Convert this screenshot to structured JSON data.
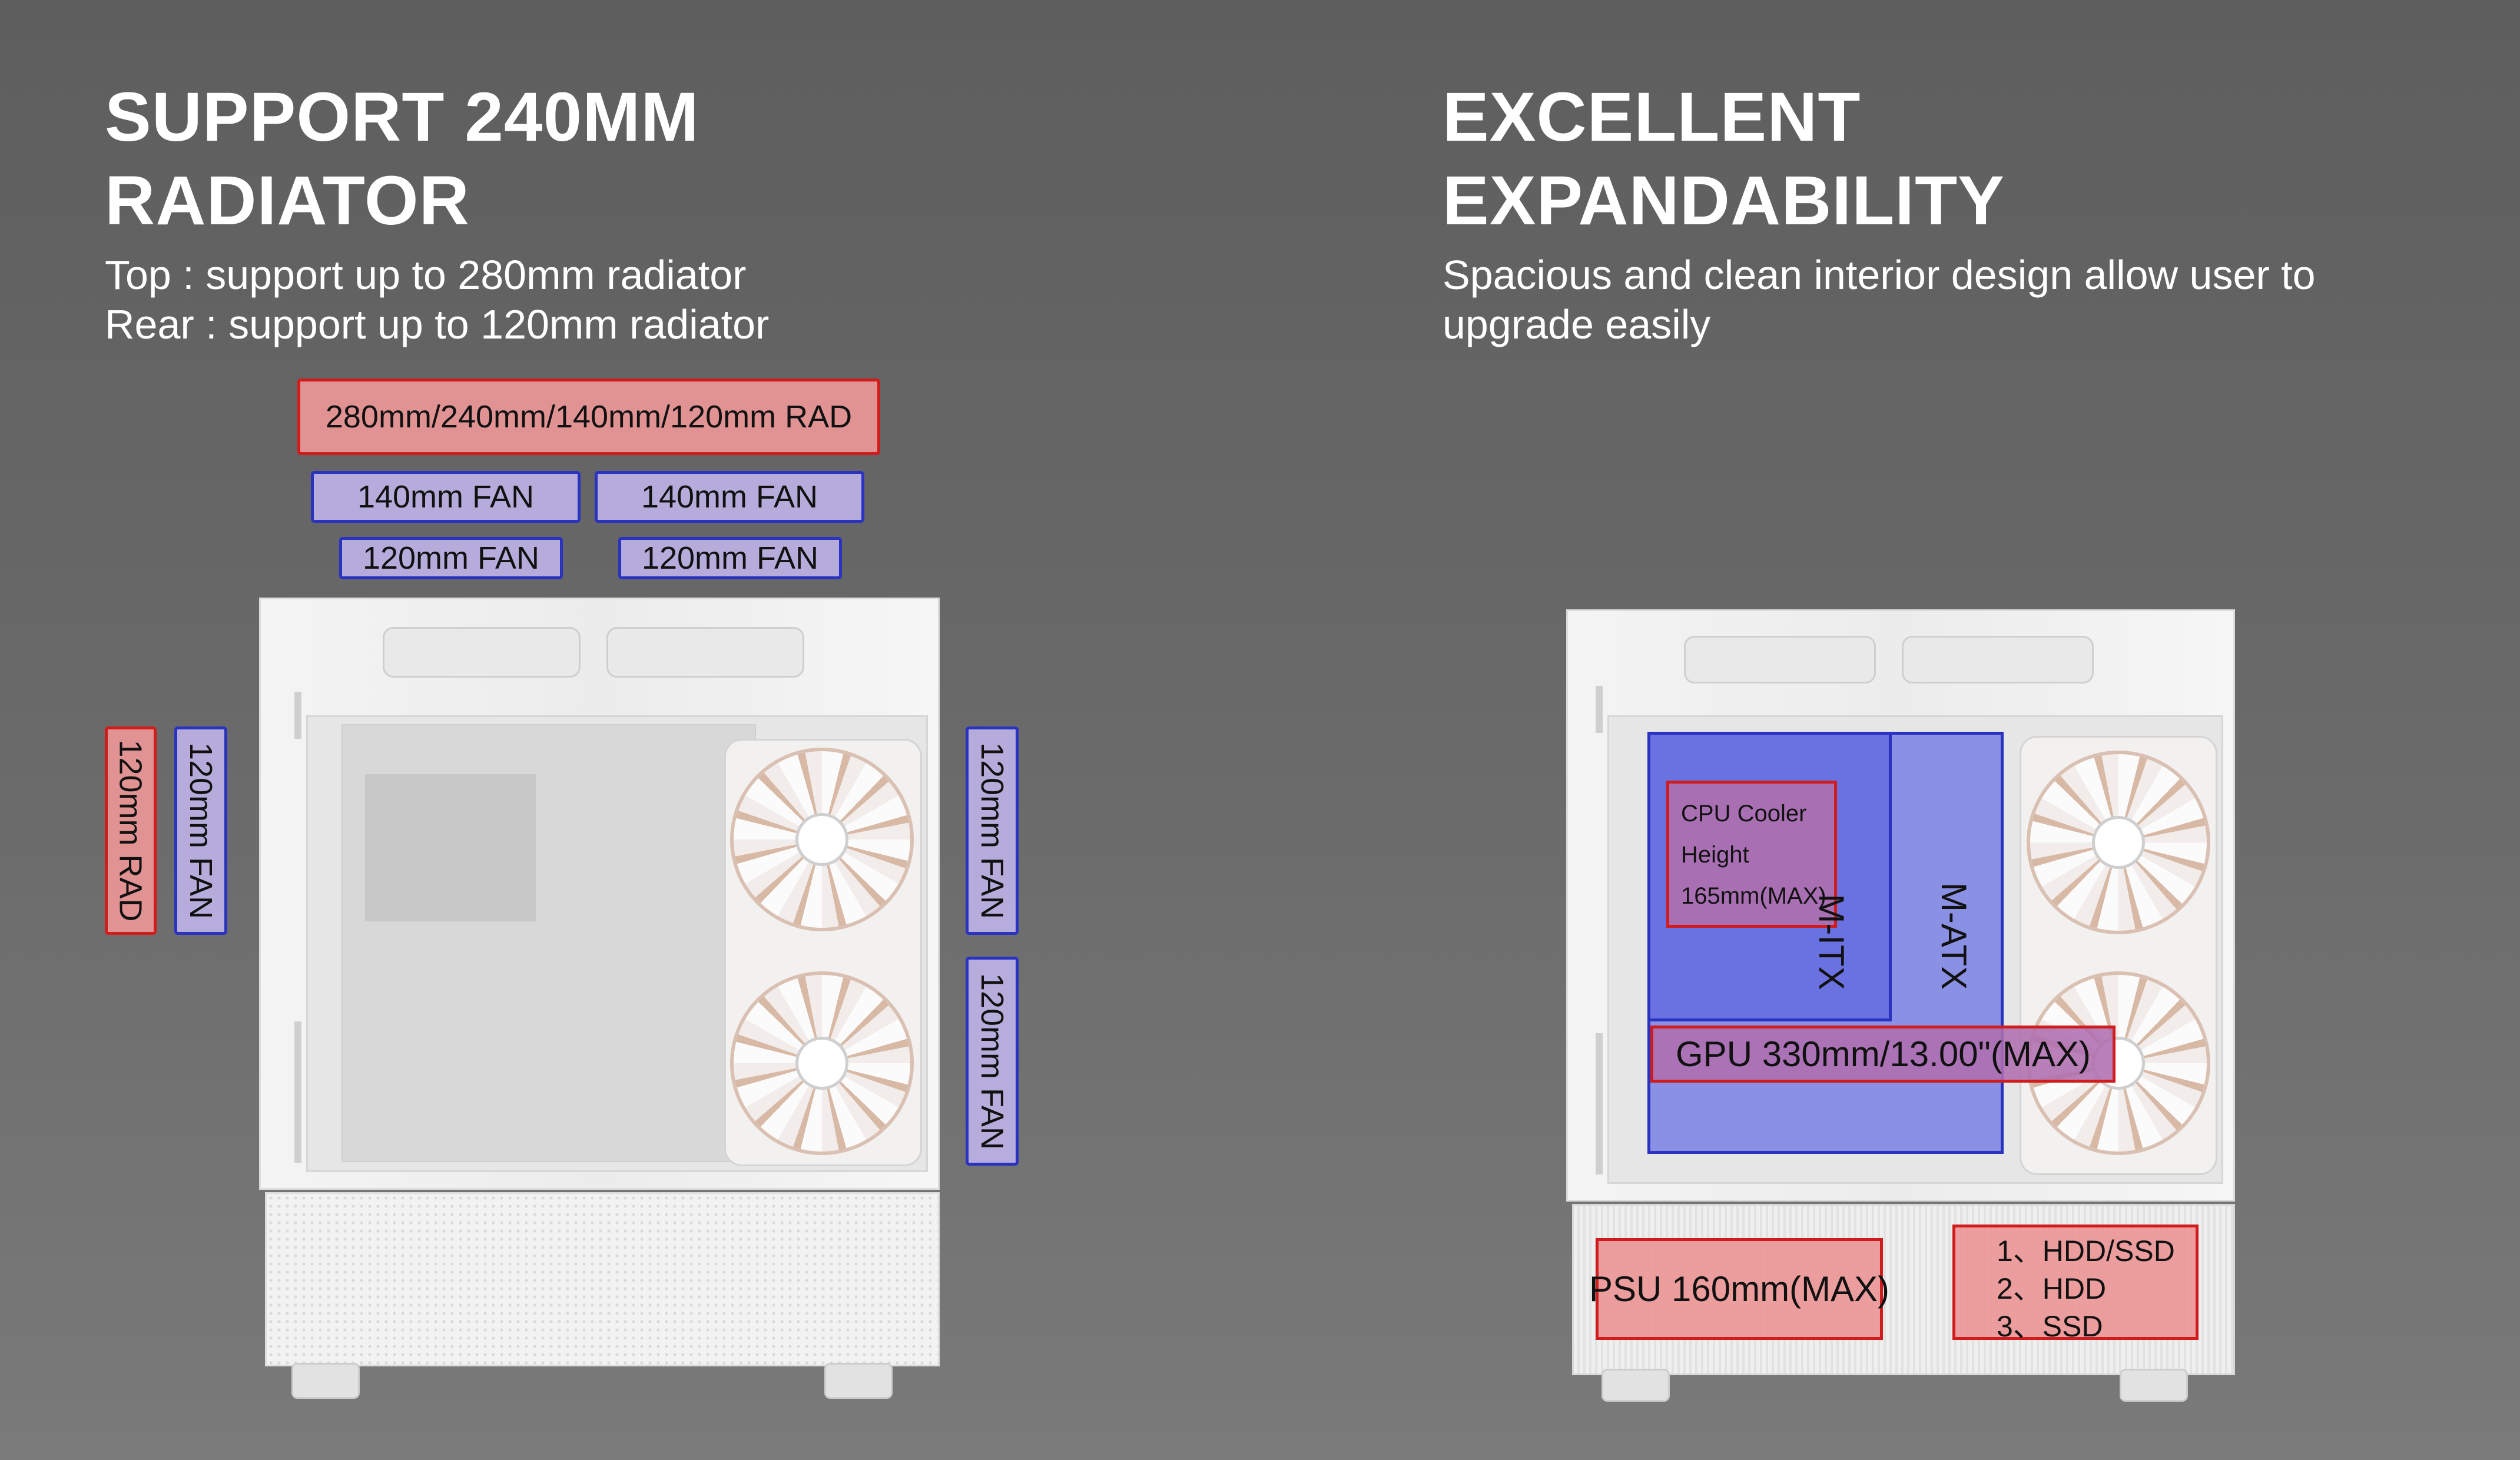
{
  "left": {
    "title_line1": "SUPPORT 240MM",
    "title_line2": "RADIATOR",
    "desc_line1": "Top : support up to 280mm radiator",
    "desc_line2": "Rear : support up to 120mm radiator",
    "tags": {
      "top_rad": "280mm/240mm/140mm/120mm RAD",
      "top_fan_140_a": "140mm FAN",
      "top_fan_140_b": "140mm FAN",
      "top_fan_120_a": "120mm FAN",
      "top_fan_120_b": "120mm FAN",
      "rear_rad": "120mm RAD",
      "rear_fan": "120mm FAN",
      "front_fan_a": "120mm FAN",
      "front_fan_b": "120mm FAN"
    }
  },
  "right": {
    "title_line1": "EXCELLENT",
    "title_line2": "EXPANDABILITY",
    "desc_line1": "Spacious and clean interior design allow user to",
    "desc_line2": "upgrade easily",
    "labels": {
      "cpu_cooler_1": "CPU Cooler",
      "cpu_cooler_2": "Height",
      "cpu_cooler_3": "165mm(MAX)",
      "m_itx": "M-ITX",
      "m_atx": "M-ATX",
      "gpu": "GPU 330mm/13.00\"(MAX)",
      "psu": "PSU 160mm(MAX)",
      "drive_1": "1、HDD/SSD",
      "drive_2": "2、HDD",
      "drive_3": "3、SSD"
    }
  },
  "colors": {
    "red_border": "#d01c1c",
    "blue_border": "#2a33c0",
    "background": "#666666"
  }
}
